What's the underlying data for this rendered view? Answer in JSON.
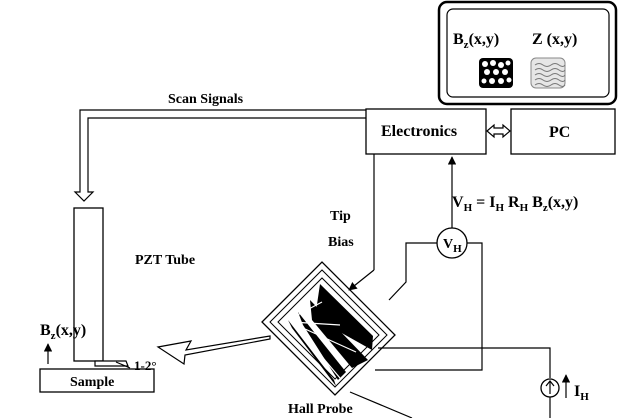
{
  "labels": {
    "scan_signals": "Scan Signals",
    "electronics": "Electronics",
    "pc": "PC",
    "tip": "Tip",
    "bias": "Bias",
    "pzt_tube": "PZT Tube",
    "sample": "Sample",
    "hall_probe": "Hall Probe",
    "angle": "1-2°",
    "vh_meter": "V",
    "vh_meter_sub": "H",
    "current_source": "I",
    "current_source_sub": "H"
  },
  "monitor": {
    "bz_B": "B",
    "bz_sub": "z",
    "bz_args": "(x,y)",
    "z_label": "Z (x,y)"
  },
  "equation": {
    "V": "V",
    "Vsub": "H",
    "eq": " = I",
    "Isub": "H",
    "R": " R",
    "Rsub": "H",
    "B": " B",
    "Bsub": "z",
    "args": "(x,y)"
  },
  "sample_field": {
    "B": "B",
    "sub": "z",
    "args": "(x,y)"
  }
}
